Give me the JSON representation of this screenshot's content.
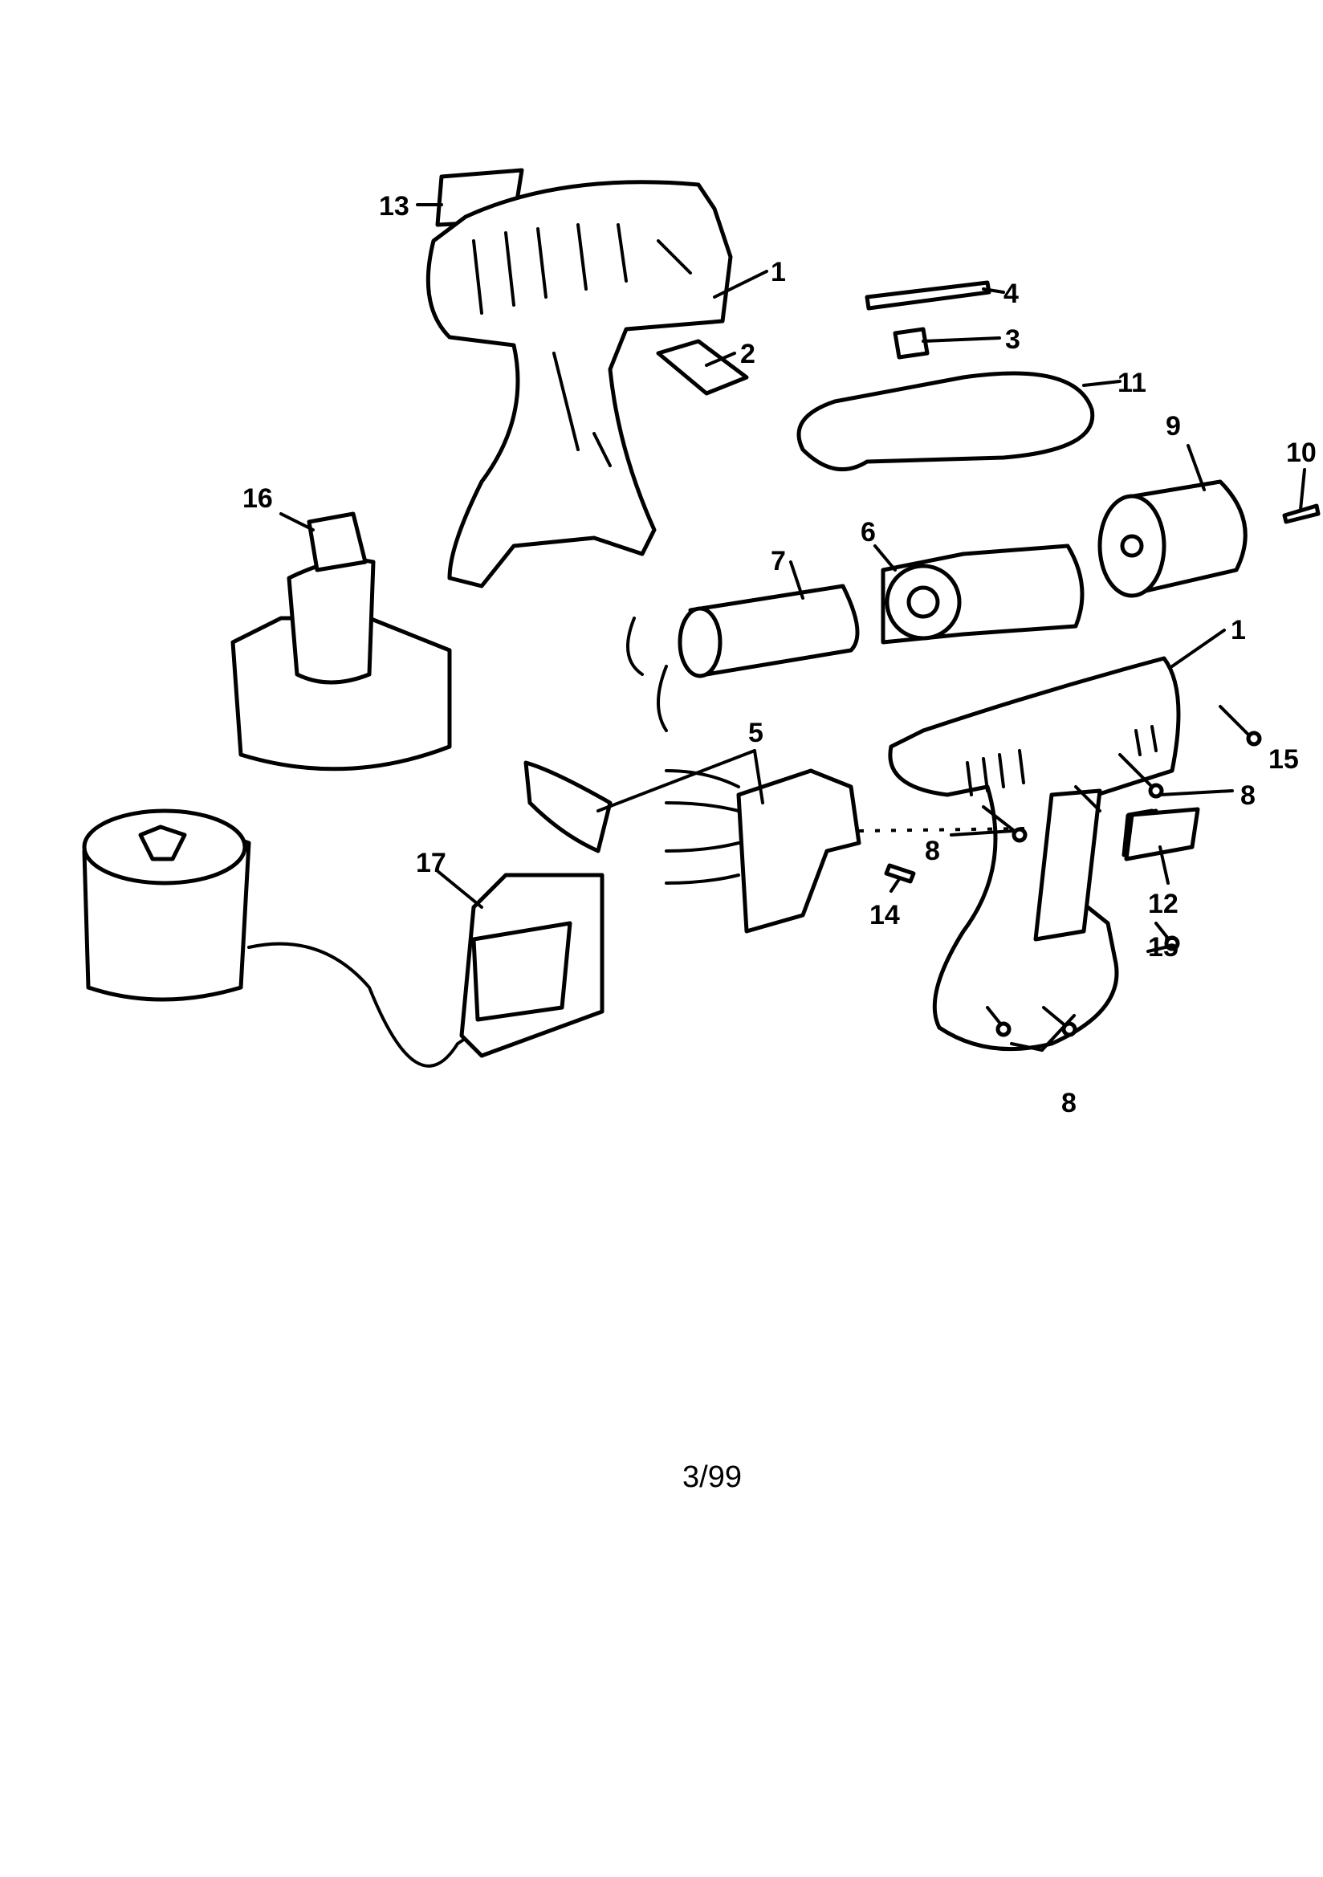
{
  "diagram": {
    "callouts": [
      {
        "id": "c13",
        "label": "13"
      },
      {
        "id": "c1a",
        "label": "1"
      },
      {
        "id": "c4",
        "label": "4"
      },
      {
        "id": "c3",
        "label": "3"
      },
      {
        "id": "c2",
        "label": "2"
      },
      {
        "id": "c11",
        "label": "11"
      },
      {
        "id": "c9",
        "label": "9"
      },
      {
        "id": "c10",
        "label": "10"
      },
      {
        "id": "c16",
        "label": "16"
      },
      {
        "id": "c7",
        "label": "7"
      },
      {
        "id": "c6",
        "label": "6"
      },
      {
        "id": "c1b",
        "label": "1"
      },
      {
        "id": "c15a",
        "label": "15"
      },
      {
        "id": "c5",
        "label": "5"
      },
      {
        "id": "c8a",
        "label": "8"
      },
      {
        "id": "c8b",
        "label": "8"
      },
      {
        "id": "c12",
        "label": "12"
      },
      {
        "id": "c14",
        "label": "14"
      },
      {
        "id": "c15b",
        "label": "15"
      },
      {
        "id": "c17",
        "label": "17"
      },
      {
        "id": "c8c",
        "label": "8"
      }
    ],
    "page_number": "3/99"
  }
}
